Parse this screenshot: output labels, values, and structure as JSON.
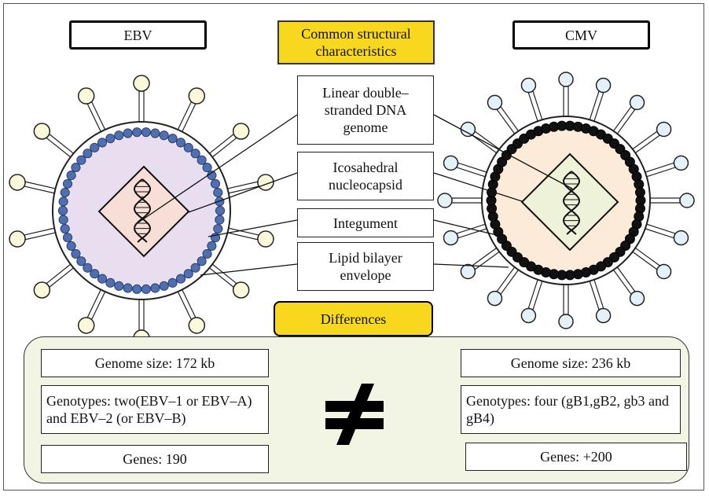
{
  "headers": {
    "left_virus": "EBV",
    "right_virus": "CMV",
    "common": "Common structural characteristics",
    "differences": "Differences"
  },
  "common_features": [
    "Linear double–stranded DNA genome",
    "Icosahedral nucleocapsid",
    "Integument",
    "Lipid bilayer envelope"
  ],
  "ebv": {
    "genome_size": "Genome size: 172 kb",
    "genotypes": "Genotypes: two(EBV–1 or EBV–A) and EBV–2 (or EBV–B)",
    "genes": "Genes: 190"
  },
  "cmv": {
    "genome_size": "Genome size: 236 kb",
    "genotypes": "Genotypes: four (gB1,gB2, gb3 and gB4)",
    "genes": "Genes: +200"
  },
  "symbol": "≠",
  "colors": {
    "highlight_yellow": "#f7d81e",
    "ebv_capsomere": "#4f6fb0",
    "ebv_interior": "#e8def0",
    "ebv_nucleocapsid": "#f7dfd8",
    "cmv_capsomere": "#111111",
    "cmv_interior": "#fcebd9",
    "cmv_nucleocapsid": "#eef2d8",
    "ebv_spike_tip": "#fbf8dc",
    "cmv_spike_tip": "#e4f1f8",
    "differences_panel": "#f2f5e3"
  }
}
